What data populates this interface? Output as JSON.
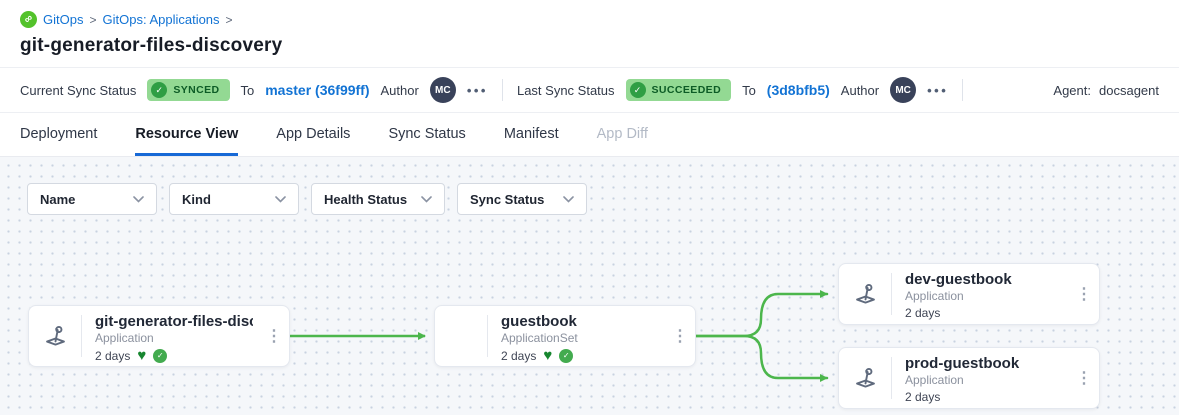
{
  "breadcrumb": {
    "separator": ">",
    "items": [
      {
        "label": "GitOps"
      },
      {
        "label": "GitOps: Applications"
      }
    ]
  },
  "page_title": "git-generator-files-discovery",
  "status_bar": {
    "current": {
      "label": "Current Sync Status",
      "badge": "SYNCED",
      "badge_check": "✓",
      "to_label": "To",
      "revision": "master (36f99ff)",
      "author_label": "Author",
      "author_initials": "MC",
      "more": "•••"
    },
    "last": {
      "label": "Last Sync Status",
      "badge": "SUCCEEDED",
      "badge_check": "✓",
      "to_label": "To",
      "revision": "(3d8bfb5)",
      "author_label": "Author",
      "author_initials": "MC",
      "more": "•••"
    },
    "agent": {
      "label": "Agent:",
      "value": "docsagent"
    }
  },
  "tabs": [
    {
      "label": "Deployment",
      "state": "normal"
    },
    {
      "label": "Resource View",
      "state": "active"
    },
    {
      "label": "App Details",
      "state": "normal"
    },
    {
      "label": "Sync Status",
      "state": "normal"
    },
    {
      "label": "Manifest",
      "state": "normal"
    },
    {
      "label": "App Diff",
      "state": "disabled"
    }
  ],
  "filters": [
    {
      "label": "Name"
    },
    {
      "label": "Kind"
    },
    {
      "label": "Health Status"
    },
    {
      "label": "Sync Status"
    }
  ],
  "graph": {
    "nodes": [
      {
        "title": "git-generator-files-disco...",
        "kind": "Application",
        "age": "2 days",
        "health_icon": "♥",
        "sync_icon": "✓"
      },
      {
        "title": "guestbook",
        "kind": "ApplicationSet",
        "age": "2 days",
        "health_icon": "♥",
        "sync_icon": "✓"
      },
      {
        "title": "dev-guestbook",
        "kind": "Application",
        "age": "2 days"
      },
      {
        "title": "prod-guestbook",
        "kind": "Application",
        "age": "2 days"
      }
    ],
    "kebab_glyph": "⋮"
  },
  "colors": {
    "logo_green": "#53c22b",
    "badge_bg": "#93d993",
    "badge_text": "#0d5c26",
    "link_blue": "#1273d4",
    "tab_underline": "#1769d6",
    "edge_green": "#4cb64c",
    "heart_green": "#17862f",
    "check_green": "#43ab4f",
    "avatar_bg": "#39425a"
  }
}
